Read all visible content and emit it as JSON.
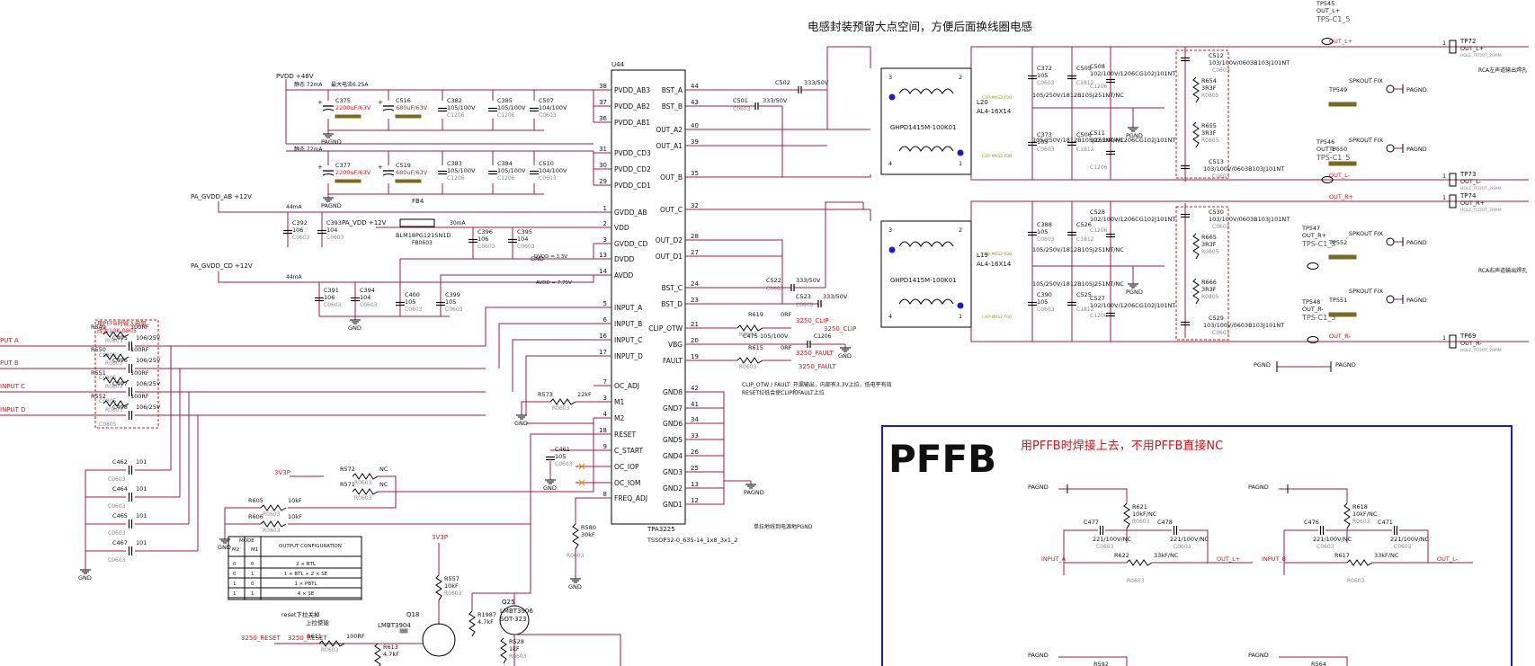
{
  "banner": "电感封装预留大点空间，方便后面换线圈电感",
  "ic": {
    "ref": "U44",
    "part": "TPA3225",
    "package": "TSSOP32-0_635-14_1x8_3x1_2",
    "left_pins": [
      {
        "n": "38",
        "name": "PVDD_AB3"
      },
      {
        "n": "37",
        "name": "PVDD_AB2"
      },
      {
        "n": "36",
        "name": "PVDD_AB1"
      },
      {
        "n": "31",
        "name": "PVDD_CD3"
      },
      {
        "n": "30",
        "name": "PVDD_CD2"
      },
      {
        "n": "29",
        "name": "PVDD_CD1"
      },
      {
        "n": "1",
        "name": "GVDD_AB"
      },
      {
        "n": "2",
        "name": "VDD"
      },
      {
        "n": "3",
        "name": "GVDD_CD"
      },
      {
        "n": "13",
        "name": "DVDD"
      },
      {
        "n": "14",
        "name": "AVDD"
      },
      {
        "n": "5",
        "name": "INPUT_A"
      },
      {
        "n": "6",
        "name": "INPUT_B"
      },
      {
        "n": "16",
        "name": "INPUT_C"
      },
      {
        "n": "17",
        "name": "INPUT_D"
      },
      {
        "n": "7",
        "name": "OC_ADJ"
      },
      {
        "n": "3",
        "name": "M1"
      },
      {
        "n": "4",
        "name": "M2"
      },
      {
        "n": "18",
        "name": "RESET"
      },
      {
        "n": "9",
        "name": "C_START"
      },
      {
        "n": "",
        "name": "OC_IOP"
      },
      {
        "n": "",
        "name": "OC_IOM"
      },
      {
        "n": "8",
        "name": "FREQ_ADJ"
      }
    ],
    "right_pins": [
      {
        "n": "44",
        "name": "BST_A"
      },
      {
        "n": "43",
        "name": "BST_B"
      },
      {
        "n": "40",
        "name": "OUT_A2"
      },
      {
        "n": "39",
        "name": "OUT_A1"
      },
      {
        "n": "35",
        "name": "OUT_B"
      },
      {
        "n": "32",
        "name": "OUT_C"
      },
      {
        "n": "28",
        "name": "OUT_D2"
      },
      {
        "n": "27",
        "name": "OUT_D1"
      },
      {
        "n": "24",
        "name": "BST_C"
      },
      {
        "n": "23",
        "name": "BST_D"
      },
      {
        "n": "21",
        "name": "CLIP_OTW"
      },
      {
        "n": "20",
        "name": "VBG"
      },
      {
        "n": "19",
        "name": "FAULT"
      },
      {
        "n": "42",
        "name": "GND8"
      },
      {
        "n": "41",
        "name": "GND7"
      },
      {
        "n": "34",
        "name": "GND6"
      },
      {
        "n": "33",
        "name": "GND5"
      },
      {
        "n": "26",
        "name": "GND4"
      },
      {
        "n": "25",
        "name": "GND3"
      },
      {
        "n": "13",
        "name": "GND2"
      },
      {
        "n": "12",
        "name": "GND1"
      }
    ]
  },
  "power": {
    "pvdd": "PVDD +48V",
    "static_ab": "静态 72mA",
    "max_current": "最大电流6.25A",
    "static_cd": "静态 72mA",
    "gvdd_ab": "PA_GVDD_AB +12V",
    "gvdd_cd": "PA_GVDD_CD +12V",
    "vdd": "PA_VDD +12V",
    "i_ab": "44mA",
    "i_cd": "44mA",
    "i_vdd": "30mA",
    "dvdd_note": "DVDD = 3.3V",
    "avdd_note": "AVDD = 7.75V",
    "pagnd": "PAGND",
    "gnd": "GND"
  },
  "caps_ab": [
    {
      "ref": "C375",
      "val": "2200uF/63V"
    },
    {
      "ref": "C516",
      "val": "680uF/63V"
    },
    {
      "ref": "C382",
      "val": "105/100V",
      "pkg": "C1206"
    },
    {
      "ref": "C385",
      "val": "105/100V",
      "pkg": "C1206"
    },
    {
      "ref": "C507",
      "val": "104/100V",
      "pkg": "C0603"
    }
  ],
  "caps_cd": [
    {
      "ref": "C377",
      "val": "2200uF/63V"
    },
    {
      "ref": "C519",
      "val": "680uF/63V"
    },
    {
      "ref": "C383",
      "val": "105/100V",
      "pkg": "C1206"
    },
    {
      "ref": "C384",
      "val": "105/100V",
      "pkg": "C1206"
    },
    {
      "ref": "C510",
      "val": "104/100V",
      "pkg": "C0603"
    }
  ],
  "small_caps": [
    {
      "ref": "C392",
      "val": "106",
      "pkg": "C0603"
    },
    {
      "ref": "C393",
      "val": "104",
      "pkg": "C0603"
    },
    {
      "ref": "C396",
      "val": "106",
      "pkg": "C0603"
    },
    {
      "ref": "C395",
      "val": "104",
      "pkg": "C0603"
    },
    {
      "ref": "C391",
      "val": "106",
      "pkg": "C0603"
    },
    {
      "ref": "C394",
      "val": "104",
      "pkg": "C0603"
    },
    {
      "ref": "C400",
      "val": "105",
      "pkg": "C0603"
    },
    {
      "ref": "C399",
      "val": "105",
      "pkg": "C0603"
    }
  ],
  "bead": {
    "ref": "FB4",
    "part": "BLM18PG121SN1D",
    "pkg": "FB0603"
  },
  "inputs": [
    {
      "net": "PUT_A",
      "cap": "C495",
      "cv": "106/25V",
      "res": "R549",
      "rv": "100RF"
    },
    {
      "net": "PUT_B",
      "cap": "C496",
      "cv": "106/25V",
      "res": "R550",
      "rv": "100RF"
    },
    {
      "net": "INPUT_C",
      "cap": "C497",
      "cv": "106/25V",
      "res": "R551",
      "rv": "100RF"
    },
    {
      "net": "INPUT_D",
      "cap": "C498",
      "cv": "106/25V",
      "res": "R552",
      "rv": "100RF"
    }
  ],
  "input_note": "用PFFB时输入电阻\n改为10K 0805",
  "gnd_caps": [
    {
      "ref": "C462",
      "val": "101"
    },
    {
      "ref": "C464",
      "val": "101"
    },
    {
      "ref": "C465",
      "val": "101"
    },
    {
      "ref": "C467",
      "val": "101"
    }
  ],
  "mode": {
    "r572": "R572",
    "nc": "NC",
    "r571": "R571",
    "r605": "R605",
    "r606": "R606",
    "v10k": "10kF",
    "v3p3": "3V3P",
    "r573": "R573",
    "v22k": "22kF",
    "c461": "C461",
    "c461v": "105",
    "r580": "R580",
    "r580v": "30kF"
  },
  "mode_table": {
    "title": "MODE",
    "cols": [
      "M2",
      "M1",
      "OUTPUT CONFIGURATION"
    ],
    "rows": [
      [
        "0",
        "0",
        "2 × BTL"
      ],
      [
        "0",
        "1",
        "1 × BTL + 2 × SE"
      ],
      [
        "1",
        "0",
        "1 × PBTL"
      ],
      [
        "1",
        "1",
        "4 × SE"
      ]
    ]
  },
  "reset_block": {
    "note": "reset下拉关掉\n上拉使能",
    "q18": "Q18",
    "q18p": "LMBT3904",
    "q25": "Q25",
    "q25p": "LMBT3906",
    "q25pkg": "SOT-323",
    "r557": "R557",
    "r557v": "10kF",
    "r1987": "R1987",
    "r1987v": "4.7kF",
    "r528": "R528",
    "r528v": "1kF",
    "r611": "R611",
    "r611v": "100RF",
    "r613": "R613",
    "r613v": "4.7kF",
    "reset": "3250_RESET"
  },
  "status": {
    "clip": "3250_CLIP",
    "fault": "3250_FAULT",
    "r619": "R619",
    "r615": "R615",
    "zero": "0RF",
    "c475": "C475 105/100V",
    "c475pkg": "C1206",
    "note1": "CLIP_OTW / FAULT: 开漏输出，内部有3.3V上拉，低电平有效",
    "note2": "RESET拉低会使CLIP和FAULT上拉",
    "gnd_note": "单拉地线到电源地PGND"
  },
  "bst": [
    {
      "ref": "C502",
      "val": "333/50V"
    },
    {
      "ref": "C501",
      "val": "333/50V"
    },
    {
      "ref": "C522",
      "val": "333/50V"
    },
    {
      "ref": "C523",
      "val": "333/50V"
    }
  ],
  "inductors": [
    {
      "ref": "L20",
      "val": "AL4-16X14",
      "part": "GHPD1415M-100K01"
    },
    {
      "ref": "L19",
      "val": "AL4-16X14",
      "part": "GHPD1415M-100K01"
    }
  ],
  "outputs": {
    "tp545": "TP545",
    "outlp": "OUT_L+",
    "tps1": "TPS-C1_5",
    "tp72": "TP72",
    "tp549": "TP549",
    "spkfix": "SPKOUT FIX",
    "tp546": "TP546",
    "outln": "OUT_L-",
    "tp550": "TP550",
    "tp73": "TP73",
    "tp74": "TP74",
    "outrp": "OUT_R+",
    "tp547": "TP547",
    "tp552": "TP552",
    "tp548": "TP548",
    "outrn": "OUT_R-",
    "tp551": "TP551",
    "tp69": "TP69",
    "rca1": "RCA左声道输出焊孔",
    "rca2": "RCA右声道输出焊孔",
    "pgnd": "PGND",
    "pagnd": "PAGND"
  },
  "filter": {
    "caps_l": [
      {
        "ref": "C372",
        "val": "105"
      },
      {
        "ref": "C505",
        "val": "C1812"
      },
      {
        "ref": "C508",
        "val": "102/100V/1206CG102J101NT"
      },
      {
        "ref": "C373",
        "val": "105"
      },
      {
        "ref": "C506",
        "val": "C1812"
      },
      {
        "ref": "C511",
        "val": "102/100V/1206CG102J101NT"
      }
    ],
    "caps_r": [
      {
        "ref": "C388",
        "val": "105"
      },
      {
        "ref": "C526",
        "val": "C1812"
      },
      {
        "ref": "C528",
        "val": "102/100V/1206CG102J101NT"
      },
      {
        "ref": "C390",
        "val": "105"
      },
      {
        "ref": "C525",
        "val": "C1812"
      },
      {
        "ref": "C527",
        "val": "102/100V/1206CG102J101NT"
      }
    ],
    "mid": "105/250V/1812B105J251NT/NC",
    "snub": [
      {
        "ref": "C512",
        "val": "103/100V/0603B103J101NT"
      },
      {
        "ref": "R654",
        "val": "3R3F"
      },
      {
        "ref": "R655",
        "val": "3R3F"
      },
      {
        "ref": "C513",
        "val": "103/100V/0603B103J101NT"
      },
      {
        "ref": "C530",
        "val": "103/100V/0603B103J101NT"
      },
      {
        "ref": "R665",
        "val": "3R3F"
      },
      {
        "ref": "R666",
        "val": "3R3F"
      },
      {
        "ref": "C529",
        "val": "103/100V/0603B103J101NT"
      }
    ]
  },
  "pffb": {
    "title": "PFFB",
    "note": "用PFFB时焊接上去，不用PFFB直接NC",
    "left": {
      "c1": "C477",
      "c1v": "221/100V/NC",
      "c2": "C478",
      "c2v": "221/100V/NC",
      "r1": "R621",
      "r1v": "10kF/NC",
      "r2": "R622",
      "r2v": "33kF/NC",
      "in": "INPUT_A",
      "out": "OUT_L+"
    },
    "right": {
      "c1": "C476",
      "c1v": "221/100V/NC",
      "c2": "C471",
      "c2v": "221/100V/NC",
      "r1": "R618",
      "r1v": "10kF/NC",
      "r2": "R617",
      "r2v": "33kF/NC",
      "in": "INPUT_B",
      "out": "OUT_L-"
    },
    "bottom": [
      "R592",
      "R564"
    ]
  },
  "colors": {
    "wire": "#a01840",
    "text": "#101010",
    "ref": "#202020",
    "pkg": "#888888",
    "net": "#e01010",
    "pffb_border": "#1a1ad0",
    "pffb_note": "#e01010"
  }
}
